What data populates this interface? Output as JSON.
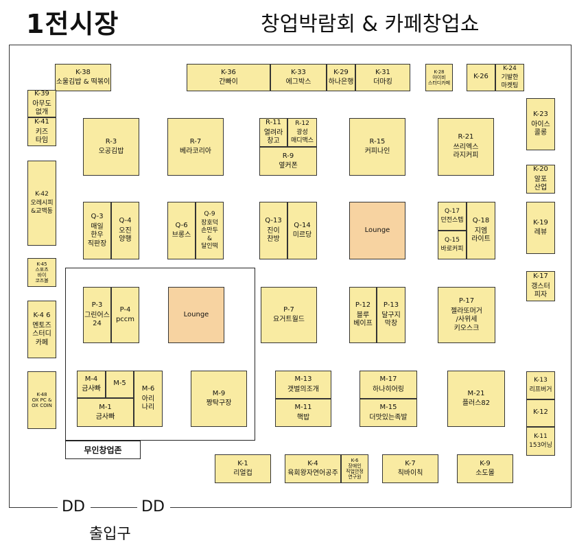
{
  "header": {
    "hall_title": "1전시장",
    "event_title": "창업박람회 & 카페창업쇼"
  },
  "zone": {
    "label": "무인창업존"
  },
  "entrance": {
    "label": "출입구",
    "door_glyph": "DD"
  },
  "booths": [
    {
      "code": "K-38",
      "name": "소울김밥 & 떡볶이"
    },
    {
      "code": "K-36",
      "name": "간빠이"
    },
    {
      "code": "K-33",
      "name": "에그박스"
    },
    {
      "code": "K-29",
      "name": "하나은행"
    },
    {
      "code": "K-31",
      "name": "더마킹"
    },
    {
      "code": "K-28",
      "name": "아이비\n스터디카페"
    },
    {
      "code": "K-26",
      "name": ""
    },
    {
      "code": "K-24",
      "name": "기발한\n마켓팅"
    },
    {
      "code": "K-39",
      "name": "아무도\n없개"
    },
    {
      "code": "K-41",
      "name": "키즈\n타임"
    },
    {
      "code": "K-42",
      "name": "오레시피\n&교맥동"
    },
    {
      "code": "K-45",
      "name": "스포츠\n바이\n코즈볼"
    },
    {
      "code": "K-4 6",
      "name": "멘토즈\n스터디\n카페"
    },
    {
      "code": "K-48",
      "name": "OX PC &\nOX COIN"
    },
    {
      "code": "K-23",
      "name": "아이스\n콜롱"
    },
    {
      "code": "K-20",
      "name": "알포\n산업"
    },
    {
      "code": "K-19",
      "name": "레뷰"
    },
    {
      "code": "K-17",
      "name": "갱스터\n피자"
    },
    {
      "code": "K-13",
      "name": "리프버거"
    },
    {
      "code": "K-12",
      "name": ""
    },
    {
      "code": "K-11",
      "name": "153어닝"
    },
    {
      "code": "R-3",
      "name": "오공김밥"
    },
    {
      "code": "R-7",
      "name": "베라코리아"
    },
    {
      "code": "R-11",
      "name": "열려라\n창고"
    },
    {
      "code": "R-12",
      "name": "광성\n매디맥스"
    },
    {
      "code": "R-9",
      "name": "옆커폰"
    },
    {
      "code": "R-15",
      "name": "커피나인"
    },
    {
      "code": "R-21",
      "name": "쓰리엑스\n라지커피"
    },
    {
      "code": "Q-3",
      "name": "매일\n한우\n직판장"
    },
    {
      "code": "Q-4",
      "name": "오진\n양행"
    },
    {
      "code": "Q-6",
      "name": "브롱스"
    },
    {
      "code": "Q-9",
      "name": "장호덕\n손만두\n&\n달인떡"
    },
    {
      "code": "Q-13",
      "name": "진이\n찬방"
    },
    {
      "code": "Q-14",
      "name": "미르당"
    },
    {
      "code": "",
      "name": "Lounge"
    },
    {
      "code": "Q-17",
      "name": "던전스텝"
    },
    {
      "code": "Q-15",
      "name": "바로커피"
    },
    {
      "code": "Q-18",
      "name": "지엠\n라이트"
    },
    {
      "code": "P-3",
      "name": "그린어스\n24"
    },
    {
      "code": "P-4",
      "name": "pccm"
    },
    {
      "code": "",
      "name": "Lounge"
    },
    {
      "code": "P-7",
      "name": "요거트월드"
    },
    {
      "code": "P-12",
      "name": "블루\n베이프"
    },
    {
      "code": "P-13",
      "name": "달구지\n막창"
    },
    {
      "code": "P-17",
      "name": "젤라또머거\n/사위세\n키오스크"
    },
    {
      "code": "M-4",
      "name": "금사빠"
    },
    {
      "code": "M-5",
      "name": ""
    },
    {
      "code": "M-6",
      "name": "아리\n나리"
    },
    {
      "code": "M-1",
      "name": "금사빠"
    },
    {
      "code": "M-9",
      "name": "짱탁구장"
    },
    {
      "code": "M-13",
      "name": "갯벌의조개"
    },
    {
      "code": "M-11",
      "name": "핵밥"
    },
    {
      "code": "M-17",
      "name": "하나히어링"
    },
    {
      "code": "M-15",
      "name": "더맛있는족발"
    },
    {
      "code": "M-21",
      "name": "플러스82"
    },
    {
      "code": "K-1",
      "name": "리얼컵"
    },
    {
      "code": "K-4",
      "name": "육회왕자연어공주"
    },
    {
      "code": "K-6",
      "name": "장애인\n직업안정\n연구원"
    },
    {
      "code": "K-7",
      "name": "칙바이칙"
    },
    {
      "code": "K-9",
      "name": "소도몰"
    }
  ]
}
